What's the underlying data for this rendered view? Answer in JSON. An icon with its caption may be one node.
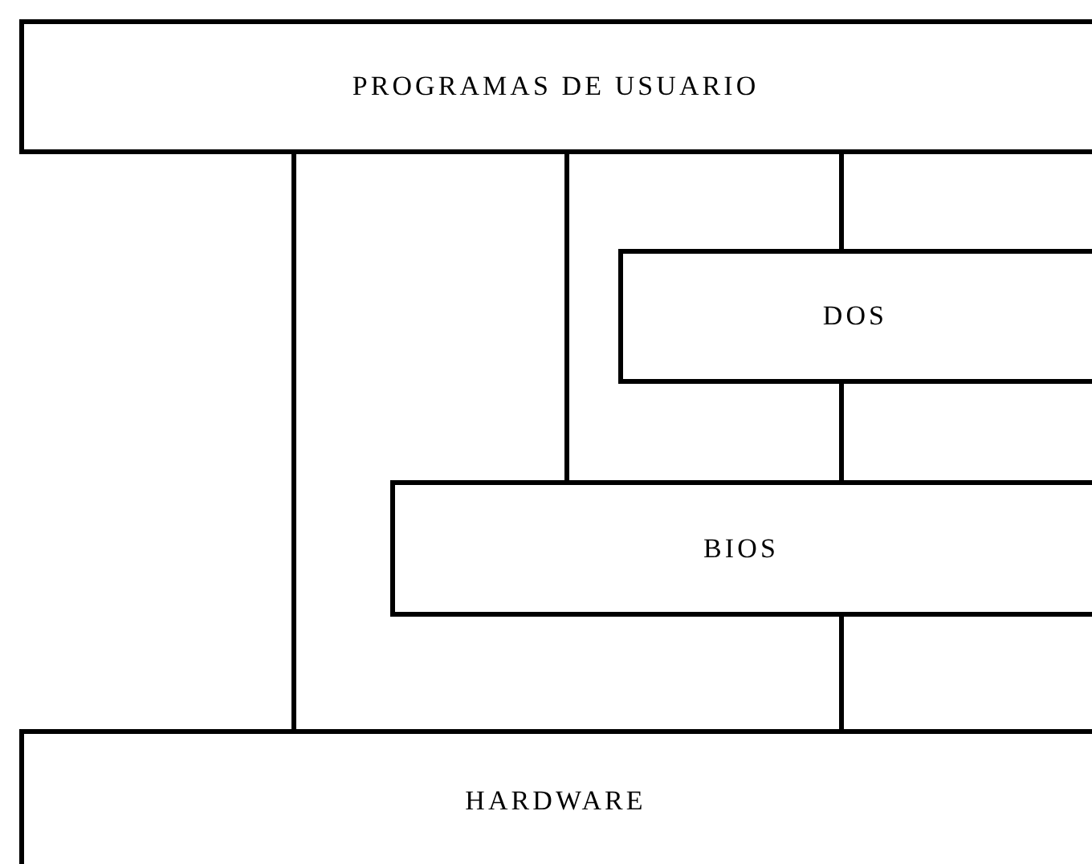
{
  "diagram": {
    "nodes": [
      {
        "text": [
          "PROGRAMAS DE USUARIO"
        ]
      },
      {
        "text": [
          "DOS"
        ]
      },
      {
        "text": [
          "BIOS"
        ]
      },
      {
        "text": [
          "HARDWARE"
        ]
      }
    ],
    "edges": [
      {
        "from": 0,
        "to": 3,
        "arrow": "none"
      },
      {
        "from": 0,
        "to": 2,
        "arrow": "none"
      },
      {
        "from": 0,
        "to": 1,
        "arrow": "none"
      },
      {
        "from": 1,
        "to": 2,
        "arrow": "none"
      },
      {
        "from": 2,
        "to": 3,
        "arrow": "none"
      }
    ]
  }
}
